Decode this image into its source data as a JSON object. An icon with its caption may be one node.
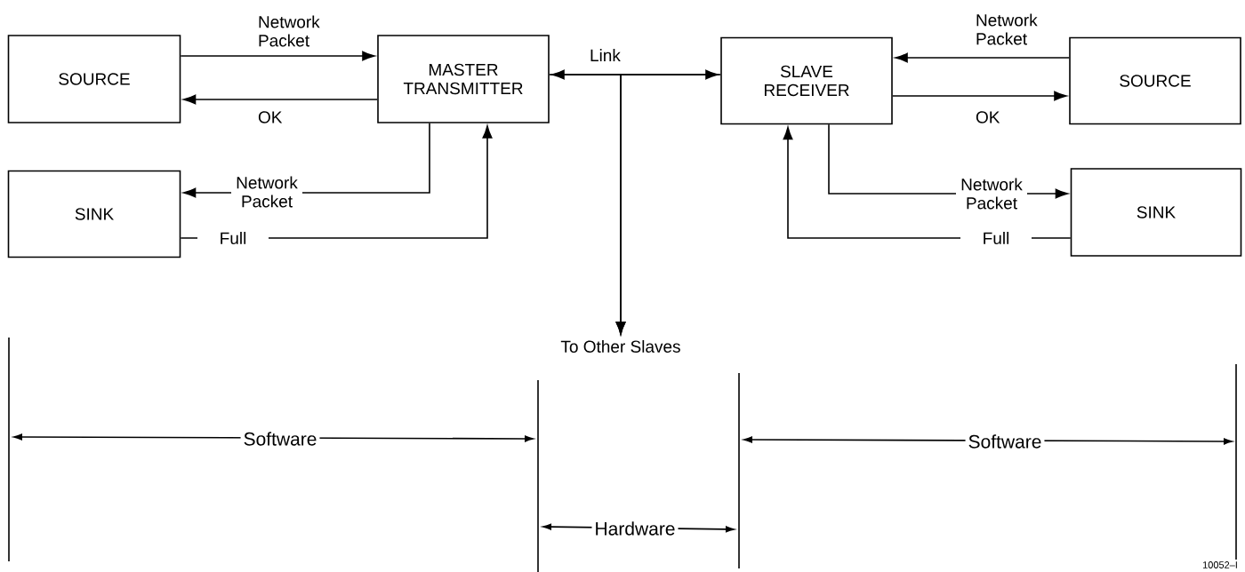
{
  "diagram": {
    "nodes": [
      {
        "text": [
          "SOURCE"
        ]
      },
      {
        "text": [
          "MASTER TRANSMITTER"
        ]
      },
      {
        "text": [
          "SLAVE RECEIVER"
        ]
      },
      {
        "text": [
          "SOURCE"
        ]
      },
      {
        "text": [
          "SINK"
        ]
      },
      {
        "text": [
          "SINK"
        ]
      },
      {
        "text": [
          "To Other Slaves"
        ]
      }
    ],
    "edges": [
      {
        "from": 0,
        "to": 1,
        "arrow": "to",
        "label": "Network Packet"
      },
      {
        "from": 1,
        "to": 0,
        "arrow": "to",
        "label": "OK"
      },
      {
        "from": 1,
        "to": 2,
        "arrow": "both",
        "label": "Link"
      },
      {
        "from": 1,
        "to": 6,
        "arrow": "to"
      },
      {
        "from": 2,
        "to": 6,
        "arrow": "to"
      },
      {
        "from": 3,
        "to": 2,
        "arrow": "to",
        "label": "Network Packet"
      },
      {
        "from": 2,
        "to": 3,
        "arrow": "to",
        "label": "OK"
      },
      {
        "from": 1,
        "to": 4,
        "arrow": "to",
        "label": "Network Packet"
      },
      {
        "from": 4,
        "to": 1,
        "arrow": "to",
        "label": "Full"
      },
      {
        "from": 2,
        "to": 5,
        "arrow": "to",
        "label": "Network Packet"
      },
      {
        "from": 5,
        "to": 2,
        "arrow": "to",
        "label": "Full"
      }
    ],
    "labels": [
      "Software",
      "Software",
      "Hardware",
      "10052–I"
    ]
  }
}
